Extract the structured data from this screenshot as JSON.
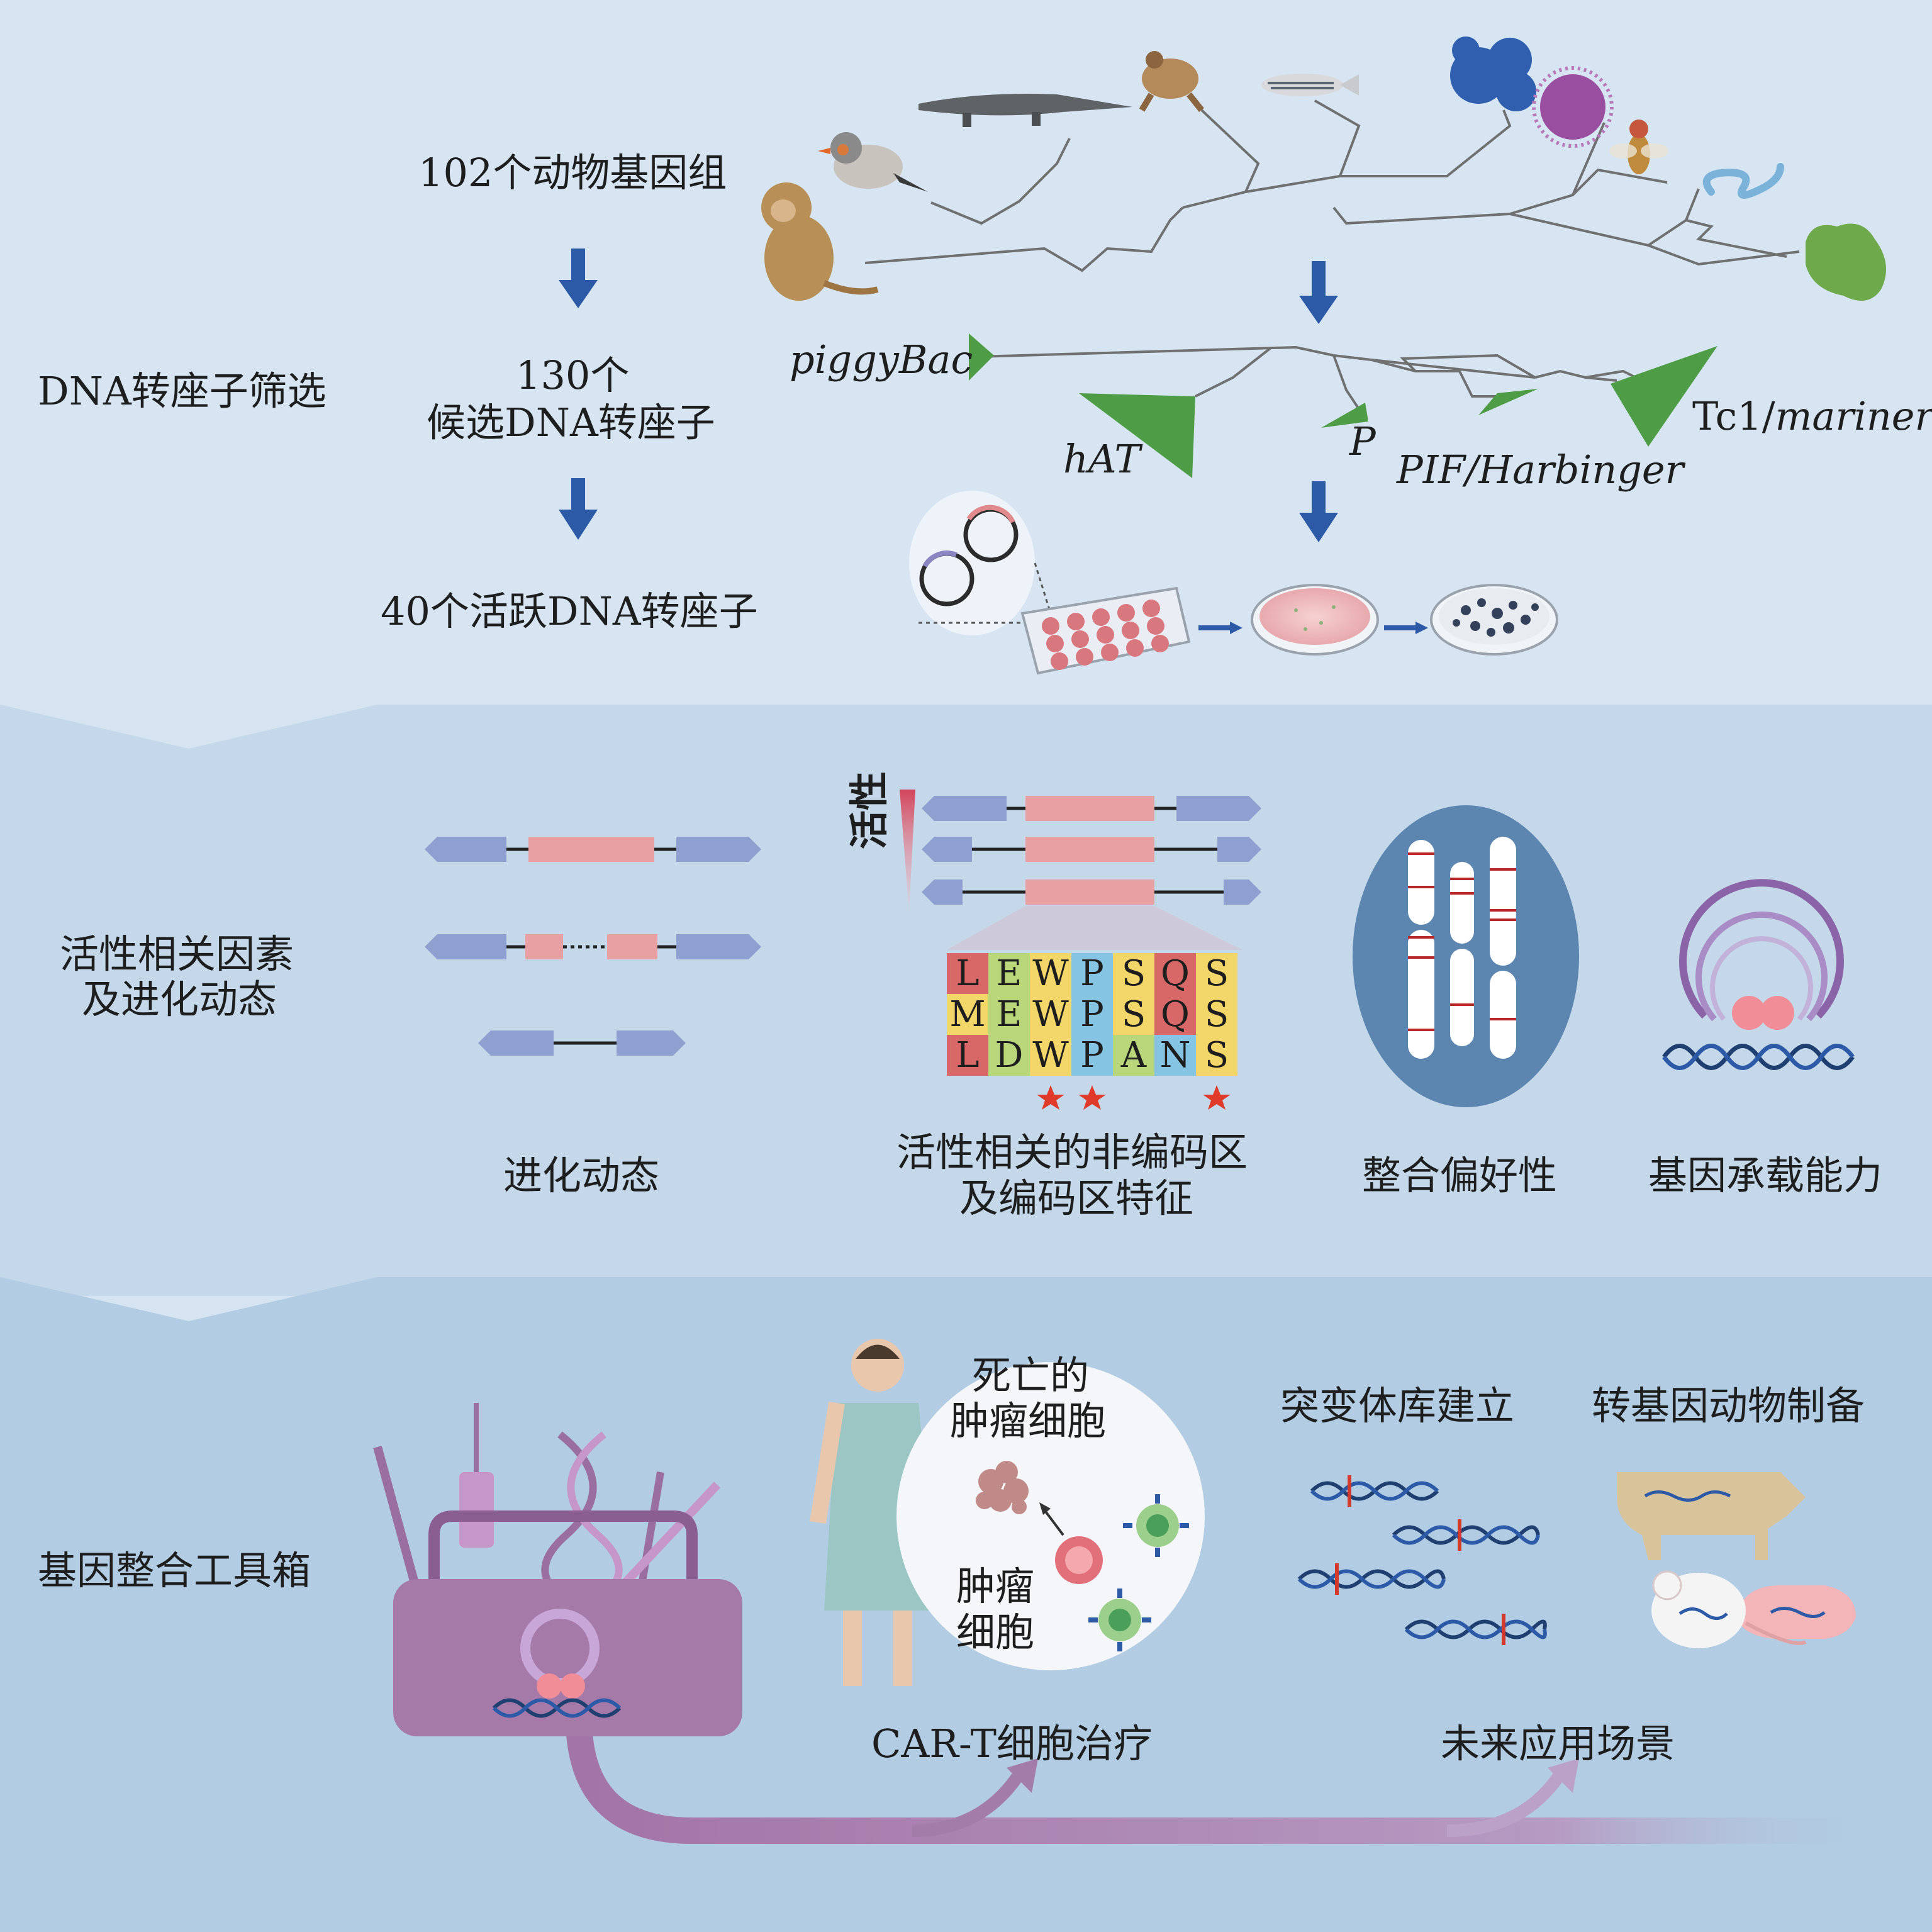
{
  "section1": {
    "label": "DNA转座子筛选",
    "step1": "102个动物基因组",
    "step2_line1": "130个",
    "step2_line2": "候选DNA转座子",
    "step3": "40个活跃DNA转座子",
    "families": {
      "piggybac": "piggyBac",
      "hat": "hAT",
      "p": "P",
      "pif": "PIF/Harbinger",
      "tc1_prefix": "Tc1/",
      "tc1_italic": "mariner"
    }
  },
  "section2": {
    "label_line1": "活性相关因素",
    "label_line2": "及进化动态",
    "activity_label": "活性",
    "alignment_rows": [
      [
        "L",
        "E",
        "W",
        "P",
        "S",
        "Q",
        "S"
      ],
      [
        "M",
        "E",
        "W",
        "P",
        "S",
        "Q",
        "S"
      ],
      [
        "L",
        "D",
        "W",
        "P",
        "A",
        "N",
        "S"
      ]
    ],
    "captions": {
      "evolution": "进化动态",
      "features_line1": "活性相关的非编码区",
      "features_line2": "及编码区特征",
      "integration": "整合偏好性",
      "cargo": "基因承载能力"
    }
  },
  "section3": {
    "label": "基因整合工具箱",
    "circle_line1": "死亡的",
    "circle_line2": "肿瘤细胞",
    "tumor_line1": "肿瘤",
    "tumor_line2": "细胞",
    "mutant_library": "突变体库建立",
    "transgenic": "转基因动物制备",
    "cart": "CAR-T细胞治疗",
    "future": "未来应用场景"
  },
  "colors": {
    "band1": "#d7e5f2",
    "band2": "#c4d8ea",
    "band3": "#b1cce3",
    "arrow_blue": "#2d5aa6",
    "clade_green": "#4e9c45",
    "tir_blue": "#8f9fcf",
    "transposase_pink": "#e8a0a2",
    "toolbox_purple": "#a57aa8",
    "chromosome_bg": "#5c86b0"
  }
}
